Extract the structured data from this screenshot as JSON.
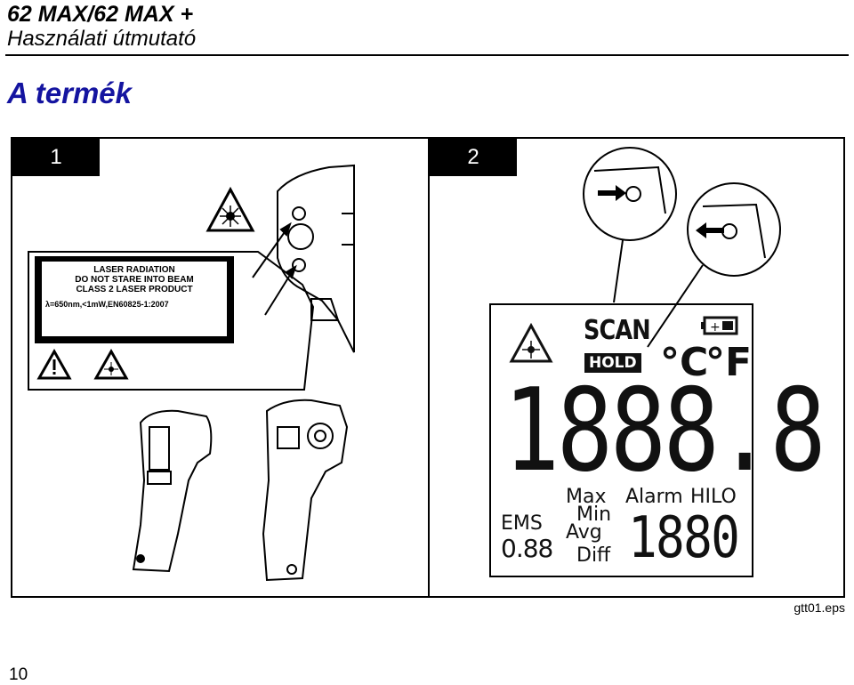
{
  "header": {
    "title": "62 MAX/62 MAX +",
    "subtitle": "Használati útmutató"
  },
  "section": {
    "title": "A termék"
  },
  "panels": [
    {
      "number": "1"
    },
    {
      "number": "2"
    }
  ],
  "laser_label": {
    "line1": "LASER RADIATION",
    "line2": "DO NOT STARE INTO BEAM",
    "line3": "CLASS 2 LASER PRODUCT",
    "line4": "λ=650nm,<1mW,EN60825-1:2007"
  },
  "lcd": {
    "scan": "SCAN",
    "hold": "HOLD",
    "unit_c": "°C",
    "unit_f": "°F",
    "main_digits": "1888.8",
    "max": "Max",
    "alarm": "Alarm",
    "hilo": "HILO",
    "min": "Min",
    "avg": "Avg",
    "diff": "Diff",
    "ems": "EMS",
    "ems_value": "0.88",
    "sub_digits": "1880"
  },
  "footer": {
    "filename": "gtt01.eps",
    "page": "10"
  },
  "icons": [
    "laser-warning-icon",
    "warning-icon",
    "battery-icon"
  ]
}
